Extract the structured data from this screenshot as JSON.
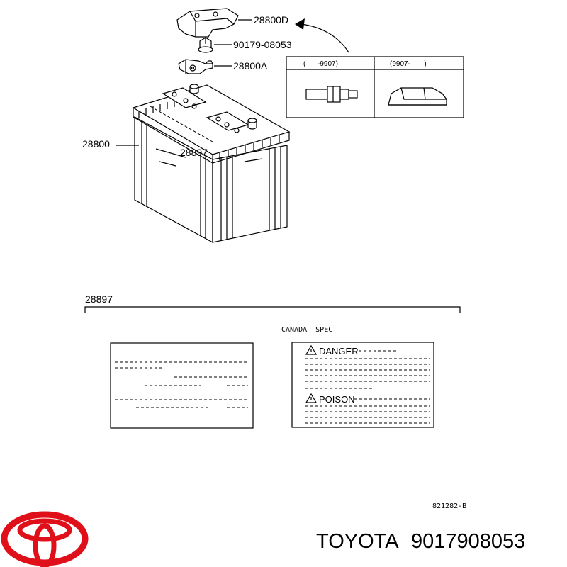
{
  "diagram": {
    "callouts": {
      "cover": "28800D",
      "bolt": "90179-08053",
      "clamp": "28800A",
      "battery": "28800",
      "label_on_battery": "28897"
    },
    "inset": {
      "left_header": "(      -9907)",
      "right_header": "(9907-       )"
    },
    "label_section": {
      "part_no": "28897",
      "canada_spec": "CANADA  SPEC",
      "danger_text": "DANGER",
      "poison_text": "POISON"
    },
    "figure_code": "821282-B"
  },
  "brand": {
    "name": "TOYOTA",
    "part_number": "9017908053",
    "logo_color": "#e0101a"
  }
}
